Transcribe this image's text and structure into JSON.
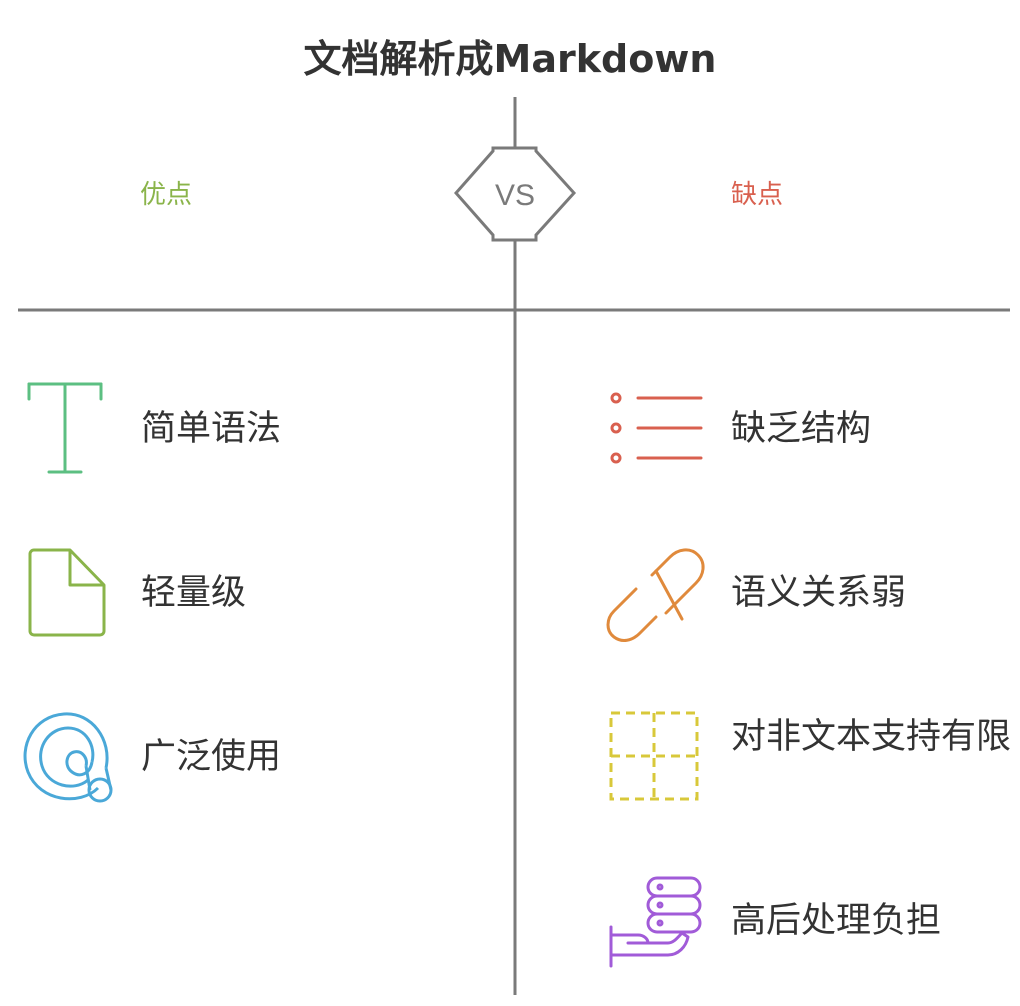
{
  "title": "文档解析成Markdown",
  "versus": "VS",
  "pros": {
    "heading": "优点",
    "heading_color": "#8ab44a",
    "items": [
      {
        "label": "简单语法",
        "icon": "text-cursor-icon",
        "color": "#5cbf82"
      },
      {
        "label": "轻量级",
        "icon": "file-icon",
        "color": "#8ab44a"
      },
      {
        "label": "广泛使用",
        "icon": "spiral-icon",
        "color": "#4aa8d8"
      }
    ]
  },
  "cons": {
    "heading": "缺点",
    "heading_color": "#d9604f",
    "items": [
      {
        "label": "缺乏结构",
        "icon": "list-icon",
        "color": "#d9604f"
      },
      {
        "label": "语义关系弱",
        "icon": "broken-link-icon",
        "color": "#e08a3c"
      },
      {
        "label": "对非文本支持有限",
        "icon": "dashed-grid-icon",
        "color": "#d8c83a"
      },
      {
        "label": "高后处理负担",
        "icon": "database-hand-icon",
        "color": "#a15bd8"
      }
    ]
  },
  "divider_color": "#7a7a7a"
}
